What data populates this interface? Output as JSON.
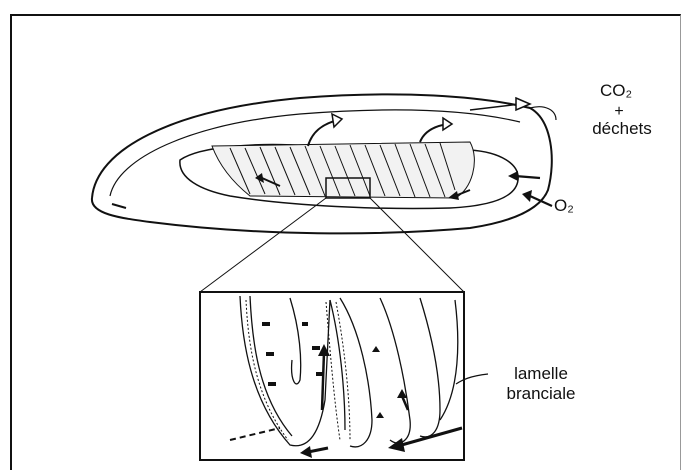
{
  "labels": {
    "co2": "CO₂",
    "plus": "+",
    "dechets": "déchets",
    "o2": "O₂",
    "lamelle": "lamelle",
    "branciale": "branciale"
  },
  "colors": {
    "ink": "#111111",
    "background": "#ffffff"
  }
}
